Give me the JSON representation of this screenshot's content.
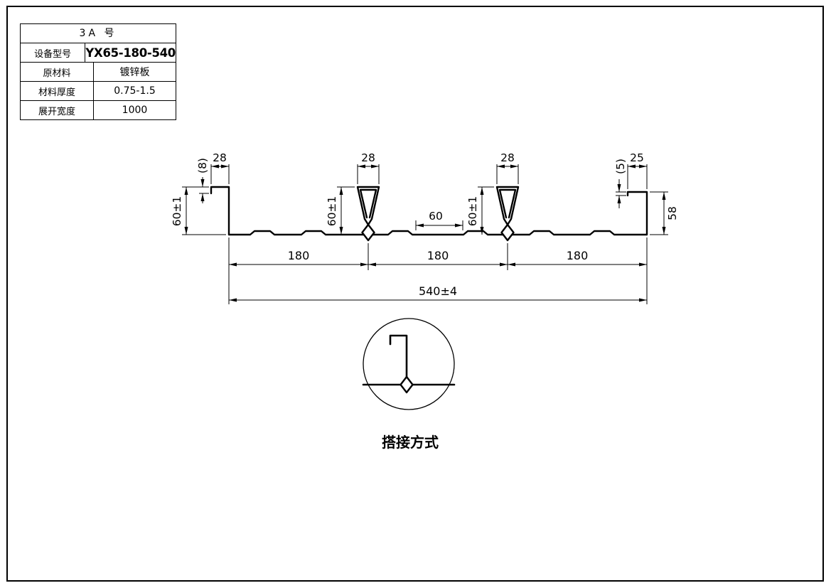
{
  "spec_table": {
    "header": "3A 号",
    "rows": [
      {
        "label": "设备型号",
        "value": "YX65-180-540"
      },
      {
        "label": "原材料",
        "value": "镀锌板"
      },
      {
        "label": "材料厚度",
        "value": "0.75-1.5"
      },
      {
        "label": "展开宽度",
        "value": "1000"
      }
    ]
  },
  "dims": {
    "left_lip": "(8)",
    "left_top_width": "28",
    "left_height": "60±1",
    "rib1_width": "28",
    "rib1_height": "60±1",
    "mid_flat": "60",
    "rib2_width": "28",
    "rib2_height": "60±1",
    "right_lip": "(5)",
    "right_top_width": "25",
    "right_height": "58",
    "span1": "180",
    "span2": "180",
    "span3": "180",
    "overall": "540±4"
  },
  "detail": {
    "caption": "搭接方式"
  }
}
